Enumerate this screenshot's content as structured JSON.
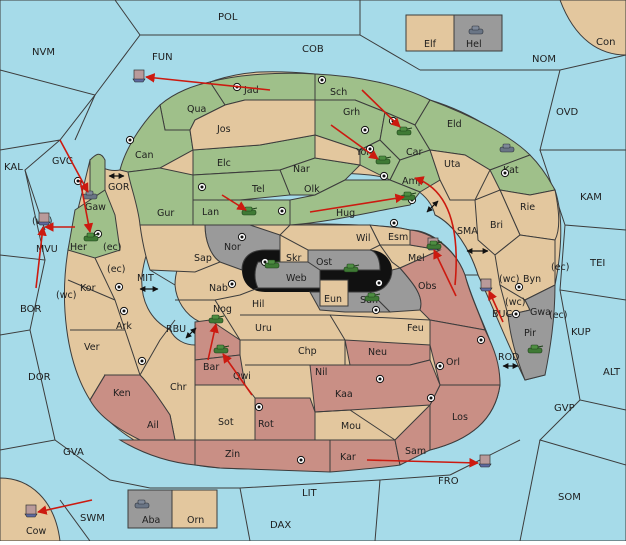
{
  "map": {
    "sea_regions": [
      {
        "label": "POL"
      },
      {
        "label": "NVM"
      },
      {
        "label": "FUN"
      },
      {
        "label": "COB"
      },
      {
        "label": "NOM"
      },
      {
        "label": "Con"
      },
      {
        "label": "OVD"
      },
      {
        "label": "KAL"
      },
      {
        "label": "GOR"
      },
      {
        "label": "KAM"
      },
      {
        "label": "SMA"
      },
      {
        "label": "TEI"
      },
      {
        "label": "MIT"
      },
      {
        "label": "BOR"
      },
      {
        "label": "RBU"
      },
      {
        "label": "KUP"
      },
      {
        "label": "BUC"
      },
      {
        "label": "ROD"
      },
      {
        "label": "DOR"
      },
      {
        "label": "ALT"
      },
      {
        "label": "GVP"
      },
      {
        "label": "GVA"
      },
      {
        "label": "FRO"
      },
      {
        "label": "SOM"
      },
      {
        "label": "LIT"
      },
      {
        "label": "SWM"
      },
      {
        "label": "DAX"
      },
      {
        "label": "Cow"
      }
    ],
    "land_regions": [
      {
        "label": "Elf"
      },
      {
        "label": "Hel"
      },
      {
        "label": "Jad"
      },
      {
        "label": "Sch"
      },
      {
        "label": "Qua"
      },
      {
        "label": "Grh"
      },
      {
        "label": "Jos"
      },
      {
        "label": "Eld"
      },
      {
        "label": "Can"
      },
      {
        "label": "Yor"
      },
      {
        "label": "Car"
      },
      {
        "label": "GVG"
      },
      {
        "label": "Gaw"
      },
      {
        "label": "Nar"
      },
      {
        "label": "Uta"
      },
      {
        "label": "Elc"
      },
      {
        "label": "Kat"
      },
      {
        "label": "Tel"
      },
      {
        "label": "Olk"
      },
      {
        "label": "Amp"
      },
      {
        "label": "Gur"
      },
      {
        "label": "Lan"
      },
      {
        "label": "Hug"
      },
      {
        "label": "Rie"
      },
      {
        "label": "Bri"
      },
      {
        "label": "MVU"
      },
      {
        "label": "Her"
      },
      {
        "label": "Wil"
      },
      {
        "label": "Esm"
      },
      {
        "label": "Nor"
      },
      {
        "label": "Skr"
      },
      {
        "label": "Sap"
      },
      {
        "label": "Ost"
      },
      {
        "label": "Mel"
      },
      {
        "label": "Byn"
      },
      {
        "label": "Web"
      },
      {
        "label": "Kor"
      },
      {
        "label": "Nab"
      },
      {
        "label": "Obs"
      },
      {
        "label": "Eun"
      },
      {
        "label": "Sun"
      },
      {
        "label": "Gwa"
      },
      {
        "label": "Nog"
      },
      {
        "label": "Hil"
      },
      {
        "label": "Ark"
      },
      {
        "label": "Uru"
      },
      {
        "label": "Feu"
      },
      {
        "label": "Pir"
      },
      {
        "label": "Chp"
      },
      {
        "label": "Ver"
      },
      {
        "label": "Neu"
      },
      {
        "label": "Bar"
      },
      {
        "label": "Orl"
      },
      {
        "label": "Qwi"
      },
      {
        "label": "Nil"
      },
      {
        "label": "Ken"
      },
      {
        "label": "Chr"
      },
      {
        "label": "Kaa"
      },
      {
        "label": "Los"
      },
      {
        "label": "Ail"
      },
      {
        "label": "Sot"
      },
      {
        "label": "Rot"
      },
      {
        "label": "Mou"
      },
      {
        "label": "Zin"
      },
      {
        "label": "Kar"
      },
      {
        "label": "Sam"
      },
      {
        "label": "Aba"
      },
      {
        "label": "Orn"
      }
    ],
    "coast_labels": {
      "wc_mvu": "(wc)",
      "ec_her": "(ec)",
      "ec_kor": "(ec)",
      "wc_kor": "(wc)",
      "wc_byn": "(wc)",
      "ec_byn": "(ec)",
      "wc_gwa": "(wc)",
      "ec_gwa": "(ec)"
    },
    "colors": {
      "sea": "#a6dbe9",
      "neutral": "#e3c79e",
      "green_power": "#9fc08a",
      "red_power": "#c98f85",
      "gray_power": "#9a9a9a",
      "order_arrow": "#cc1a10"
    }
  }
}
